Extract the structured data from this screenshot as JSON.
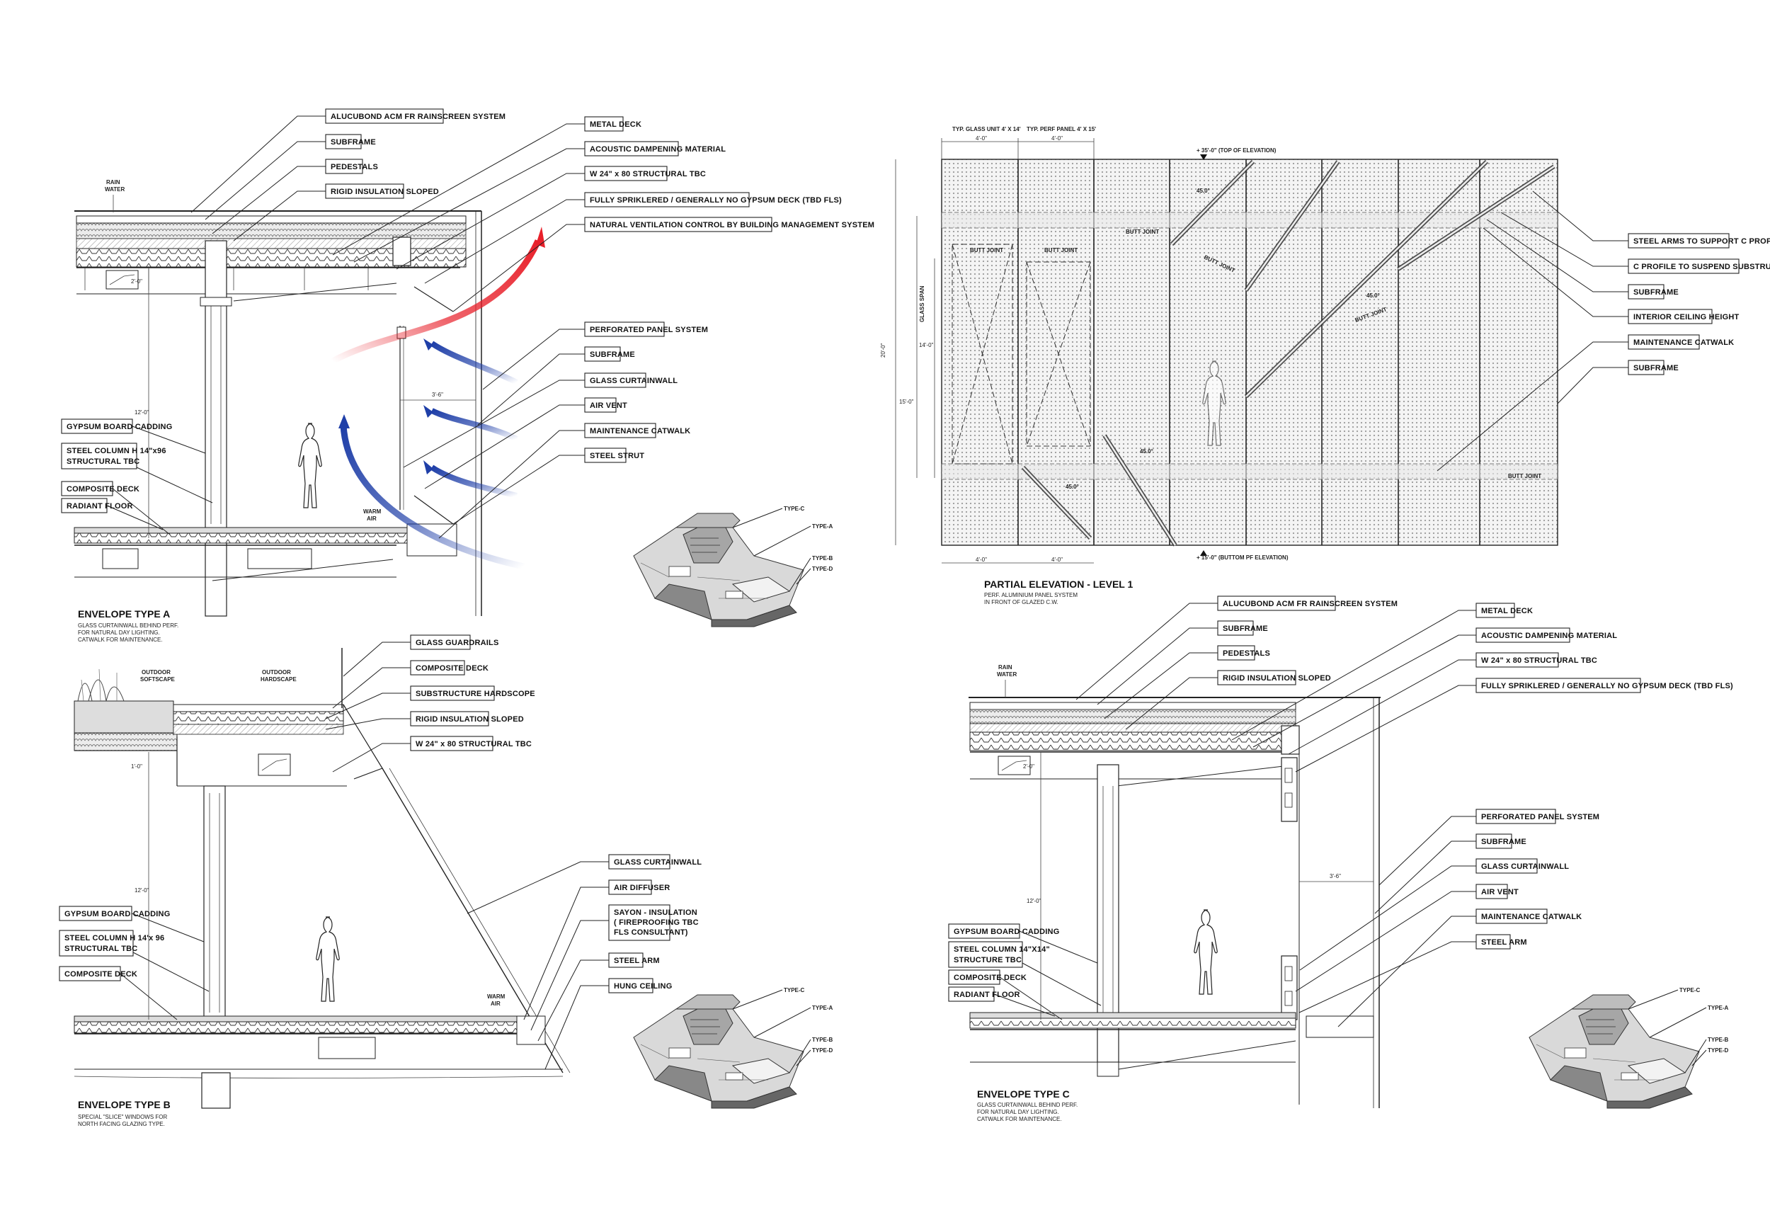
{
  "envelope_a": {
    "title": "ENVELOPE TYPE A",
    "subtitle_lines": [
      "GLASS CURTAINWALL BEHIND PERF.",
      "FOR NATURAL DAY LIGHTING.",
      "CATWALK FOR MAINTENANCE."
    ],
    "labels_top": [
      "ALUCUBOND ACM FR RAINSCREEN SYSTEM",
      "SUBFRAME",
      "PEDESTALS",
      "RIGID INSULATION SLOPED"
    ],
    "labels_right_top": [
      "METAL DECK",
      "ACOUSTIC DAMPENING MATERIAL",
      "W 24\" x 80 STRUCTURAL TBC",
      "FULLY SPRIKLERED / GENERALLY NO GYPSUM DECK (TBD FLS)",
      "NATURAL VENTILATION CONTROL BY BUILDING MANAGEMENT SYSTEM"
    ],
    "labels_right_mid": [
      "PERFORATED PANEL SYSTEM",
      "SUBFRAME",
      "GLASS CURTAINWALL",
      "AIR VENT",
      "MAINTENANCE CATWALK",
      "STEEL STRUT"
    ],
    "labels_left": [
      "GYPSUM BOARD CADDING",
      "STEEL COLUMN H 14\"x96",
      "STRUCTURAL TBC",
      "COMPOSITE DECK",
      "RADIANT FLOOR"
    ],
    "rain_water": [
      "RAIN",
      "WATER"
    ],
    "warm_air": [
      "WARM",
      "AIR"
    ],
    "dims": [
      "2'-0\"",
      "12'-0\"",
      "3'-6\""
    ]
  },
  "envelope_b": {
    "title": "ENVELOPE TYPE B",
    "subtitle_lines": [
      "SPECIAL \"SLICE\" WINDOWS FOR",
      "NORTH FACING GLAZING TYPE."
    ],
    "outdoor_softscape": [
      "OUTDOOR",
      "SOFTSCAPE"
    ],
    "outdoor_hardscape": [
      "OUTDOOR",
      "HARDSCAPE"
    ],
    "labels_top": [
      "GLASS GUARDRAILS",
      "COMPOSITE DECK",
      "SUBSTRUCTURE HARDSCOPE",
      "RIGID INSULATION SLOPED",
      "W 24\" x 80 STRUCTURAL TBC"
    ],
    "labels_right": [
      "GLASS CURTAINWALL",
      "AIR DIFFUSER",
      "SAYON - INSULATION",
      "( FIREPROOFING TBC",
      "FLS CONSULTANT)",
      "STEEL ARM",
      "HUNG CEILING"
    ],
    "labels_left": [
      "GYPSUM BOARD CADDING",
      "STEEL COLUMN H 14'x 96",
      "STRUCTURAL TBC",
      "COMPOSITE DECK"
    ],
    "warm_air": [
      "WARM",
      "AIR"
    ],
    "dims": [
      "1'-0\"",
      "12'-0\""
    ]
  },
  "elevation": {
    "title": "PARTIAL ELEVATION - LEVEL 1",
    "subtitle_lines": [
      "PERF. ALUMINIUM PANEL SYSTEM",
      "IN FRONT OF GLAZED C.W."
    ],
    "top_labels": [
      "TYP. GLASS UNIT 4' X 14'",
      "TYP. PERF PANEL 4' X 15'"
    ],
    "top_level": "+ 35'-0\" (TOP OF ELEVATION)",
    "bottom_level": "+ 15'-0\" (BUTTOM PF ELEVATION)",
    "glass_span": "GLASS SPAN",
    "butt_joint": "BUTT JOINT",
    "angle": "45.0°",
    "dims_top": [
      "4'-0\"",
      "4'-0\""
    ],
    "dims_bottom": [
      "4'-0\"",
      "4'-0\""
    ],
    "dims_left": [
      "20'-0\"",
      "14'-0\"",
      "15'-0\""
    ],
    "labels_right": [
      "STEEL ARMS TO SUPPORT C PROFILE",
      "C PROFILE TO SUSPEND SUBSTRUCTURE",
      "SUBFRAME",
      "INTERIOR CEILING HEIGHT",
      "MAINTENANCE CATWALK",
      "SUBFRAME"
    ]
  },
  "envelope_c": {
    "title": "ENVELOPE TYPE C",
    "subtitle_lines": [
      "GLASS CURTAINWALL BEHIND PERF.",
      "FOR NATURAL DAY LIGHTING.",
      "CATWALK FOR MAINTENANCE."
    ],
    "labels_top": [
      "ALUCUBOND ACM FR RAINSCREEN SYSTEM",
      "SUBFRAME",
      "PEDESTALS",
      "RIGID INSULATION SLOPED"
    ],
    "labels_right_top": [
      "METAL DECK",
      "ACOUSTIC DAMPENING MATERIAL",
      "W 24\" x 80 STRUCTURAL TBC",
      "FULLY SPRIKLERED / GENERALLY NO GYPSUM DECK (TBD FLS)"
    ],
    "labels_right_mid": [
      "PERFORATED PANEL SYSTEM",
      "SUBFRAME",
      "GLASS CURTAINWALL",
      "AIR VENT",
      "MAINTENANCE CATWALK",
      "STEEL ARM"
    ],
    "labels_left": [
      "GYPSUM BOARD CADDING",
      "STEEL COLUMN 14\"X14\"",
      "STRUCTURE TBC",
      "COMPOSITE DECK",
      "RADIANT FLOOR"
    ],
    "rain_water": [
      "RAIN",
      "WATER"
    ],
    "dims": [
      "2'-0\"",
      "12'-0\"",
      "3'-6\""
    ]
  },
  "key_plan": {
    "types": [
      "TYPE-C",
      "TYPE-A",
      "TYPE-B",
      "TYPE-D"
    ]
  },
  "colors": {
    "warm_air": "#e8202a",
    "cool_air": "#1f3fa8",
    "line": "#222222"
  }
}
